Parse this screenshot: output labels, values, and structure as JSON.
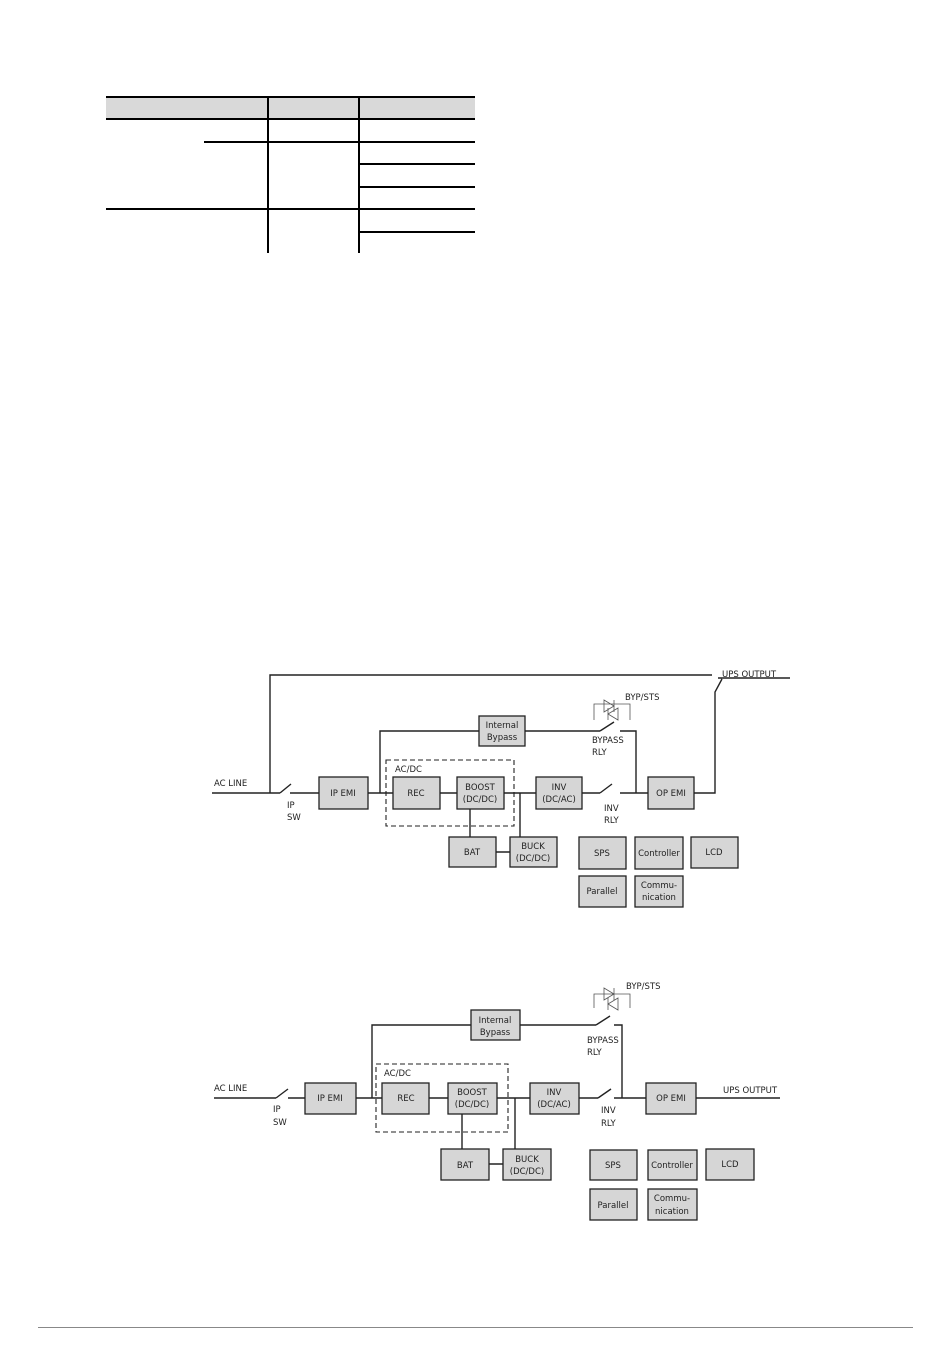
{
  "table": {
    "header_fill": "#d9d9d9"
  },
  "diagram1": {
    "ac_line": "AC LINE",
    "ups_output": "UPS OUTPUT",
    "ip": "IP",
    "sw": "SW",
    "ip_emi": "IP EMI",
    "acdc": "AC/DC",
    "rec": "REC",
    "boost1": "BOOST",
    "boost2": "(DC/DC)",
    "inv1": "INV",
    "inv2": "(DC/AC)",
    "inv_rly1": "INV",
    "inv_rly2": "RLY",
    "op_emi": "OP EMI",
    "internal1": "Internal",
    "internal2": "Bypass",
    "byp_sts": "BYP/STS",
    "bypass_rly1": "BYPASS",
    "bypass_rly2": "RLY",
    "bat": "BAT",
    "buck1": "BUCK",
    "buck2": "(DC/DC)",
    "sps": "SPS",
    "controller": "Controller",
    "lcd": "LCD",
    "parallel": "Parallel",
    "comm1": "Commu-",
    "comm2": "nication"
  },
  "diagram2": {
    "ac_line": "AC LINE",
    "ups_output": "UPS OUTPUT",
    "ip": "IP",
    "sw": "SW",
    "ip_emi": "IP EMI",
    "acdc": "AC/DC",
    "rec": "REC",
    "boost1": "BOOST",
    "boost2": "(DC/DC)",
    "inv1": "INV",
    "inv2": "(DC/AC)",
    "inv_rly1": "INV",
    "inv_rly2": "RLY",
    "op_emi": "OP EMI",
    "internal1": "Internal",
    "internal2": "Bypass",
    "byp_sts": "BYP/STS",
    "bypass_rly1": "BYPASS",
    "bypass_rly2": "RLY",
    "bat": "BAT",
    "buck1": "BUCK",
    "buck2": "(DC/DC)",
    "sps": "SPS",
    "controller": "Controller",
    "lcd": "LCD",
    "parallel": "Parallel",
    "comm1": "Commu-",
    "comm2": "nication"
  }
}
